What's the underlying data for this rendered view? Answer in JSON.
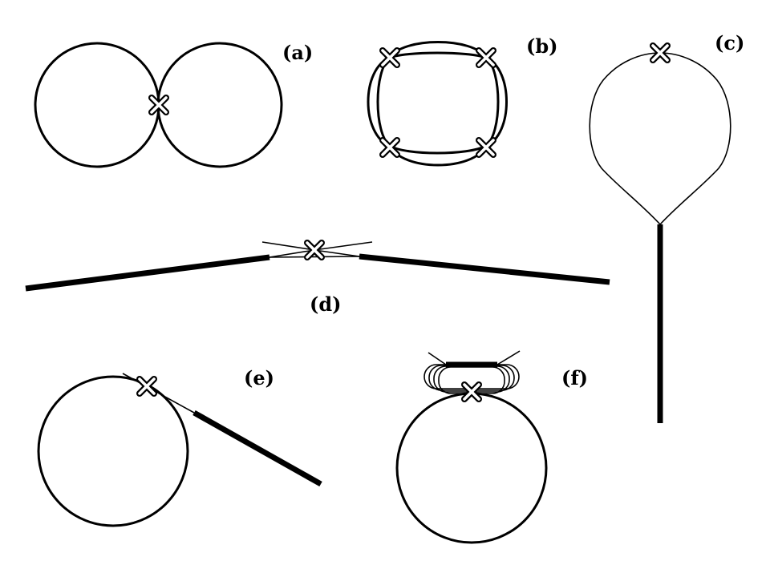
{
  "figure": {
    "panels": [
      {
        "id": "a",
        "label": "(a)"
      },
      {
        "id": "b",
        "label": "(b)"
      },
      {
        "id": "c",
        "label": "(c)"
      },
      {
        "id": "d",
        "label": "(d)"
      },
      {
        "id": "e",
        "label": "(e)"
      },
      {
        "id": "f",
        "label": "(f)"
      }
    ],
    "marker_icon": "x-cross-icon",
    "colors": {
      "stroke": "#000000",
      "background": "#ffffff"
    }
  }
}
